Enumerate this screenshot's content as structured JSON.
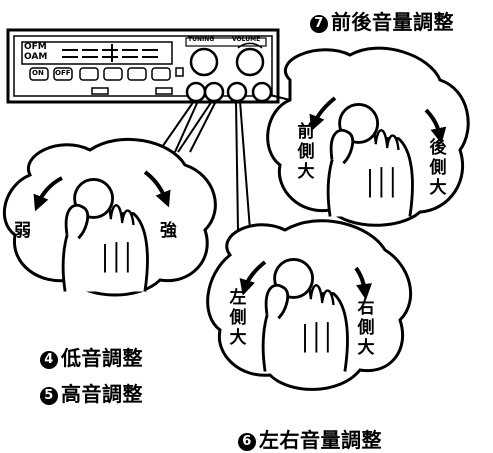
{
  "labels": {
    "fader": {
      "number": "7",
      "text": "前後音量調整"
    },
    "bass": {
      "number": "4",
      "text": "低音調整"
    },
    "treble": {
      "number": "5",
      "text": "高音調整"
    },
    "balance": {
      "number": "6",
      "text": "左右音量調整"
    }
  },
  "knob_directions": {
    "tone_left": "弱",
    "tone_right": "強",
    "fader_front": [
      "前",
      "側",
      "大"
    ],
    "fader_rear": [
      "後",
      "側",
      "大"
    ],
    "balance_left": [
      "左",
      "側",
      "大"
    ],
    "balance_right": [
      "右",
      "側",
      "大"
    ]
  },
  "panel": {
    "button_1": "ON",
    "button_2": "OFF",
    "display_left": "OFM",
    "display_left_2": "OAM",
    "knob_label_1": "TUNING",
    "knob_label_2": "VOLUME"
  }
}
